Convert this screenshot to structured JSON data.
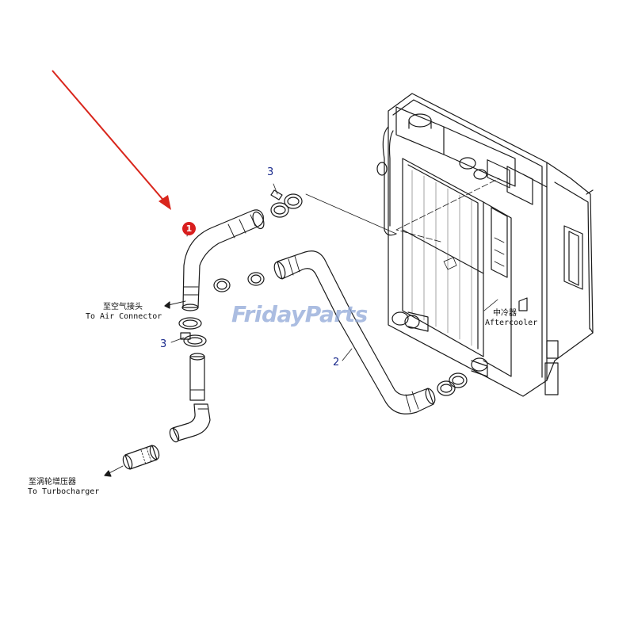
{
  "labels": {
    "air_connector_cn": "至空气接头",
    "air_connector_en": "To Air Connector",
    "turbo_cn": "至涡轮增压器",
    "turbo_en": "To Turbocharger",
    "aftercooler_cn": "中冷器",
    "aftercooler_en": "Aftercooler"
  },
  "callouts": {
    "part_1": "1",
    "part_2": "2",
    "part_3_top": "3",
    "part_3_left": "3"
  },
  "watermark": "FridayParts",
  "colors": {
    "arrow": "#d9261c",
    "badge": "#d81e1e",
    "callout_number": "#1a2a8c",
    "watermark": "#8fa8d8"
  }
}
